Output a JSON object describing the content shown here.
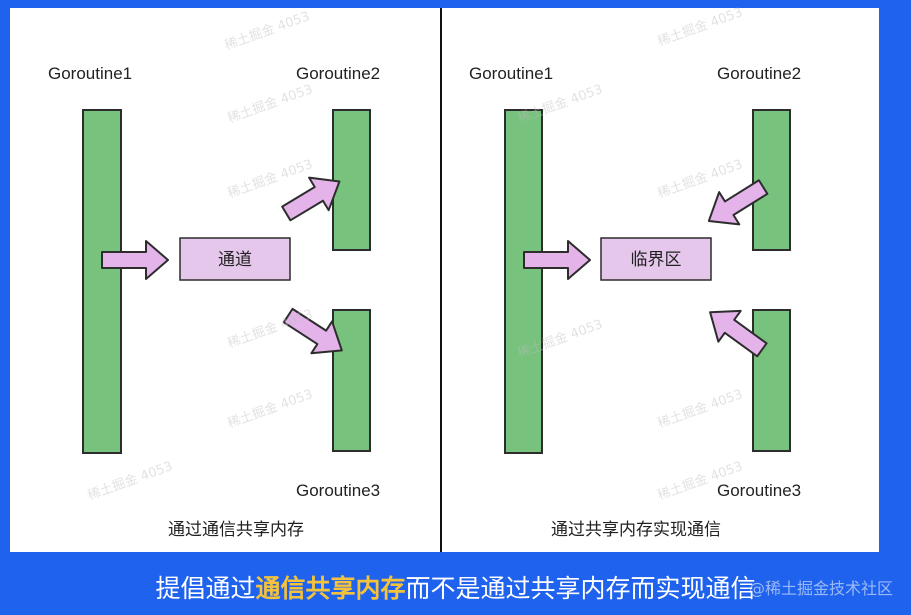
{
  "left": {
    "goroutine1": "Goroutine1",
    "goroutine2": "Goroutine2",
    "goroutine3": "Goroutine3",
    "box_label": "通道",
    "caption": "通过通信共享内存"
  },
  "right": {
    "goroutine1": "Goroutine1",
    "goroutine2": "Goroutine2",
    "goroutine3": "Goroutine3",
    "box_label": "临界区",
    "caption": "通过共享内存实现通信"
  },
  "subtitle": {
    "part1": "提倡通过",
    "highlight": "通信共享内存",
    "part2": "而不是通过共享内存而实现通信"
  },
  "watermark": "稀土掘金 4053",
  "corner_watermark": "@稀土掘金技术社区",
  "colors": {
    "background": "#1f62ee",
    "bar_fill": "#77c27c",
    "box_fill": "#e6c7ec",
    "arrow_fill": "#e3b3ea",
    "highlight": "#f5c23c"
  }
}
